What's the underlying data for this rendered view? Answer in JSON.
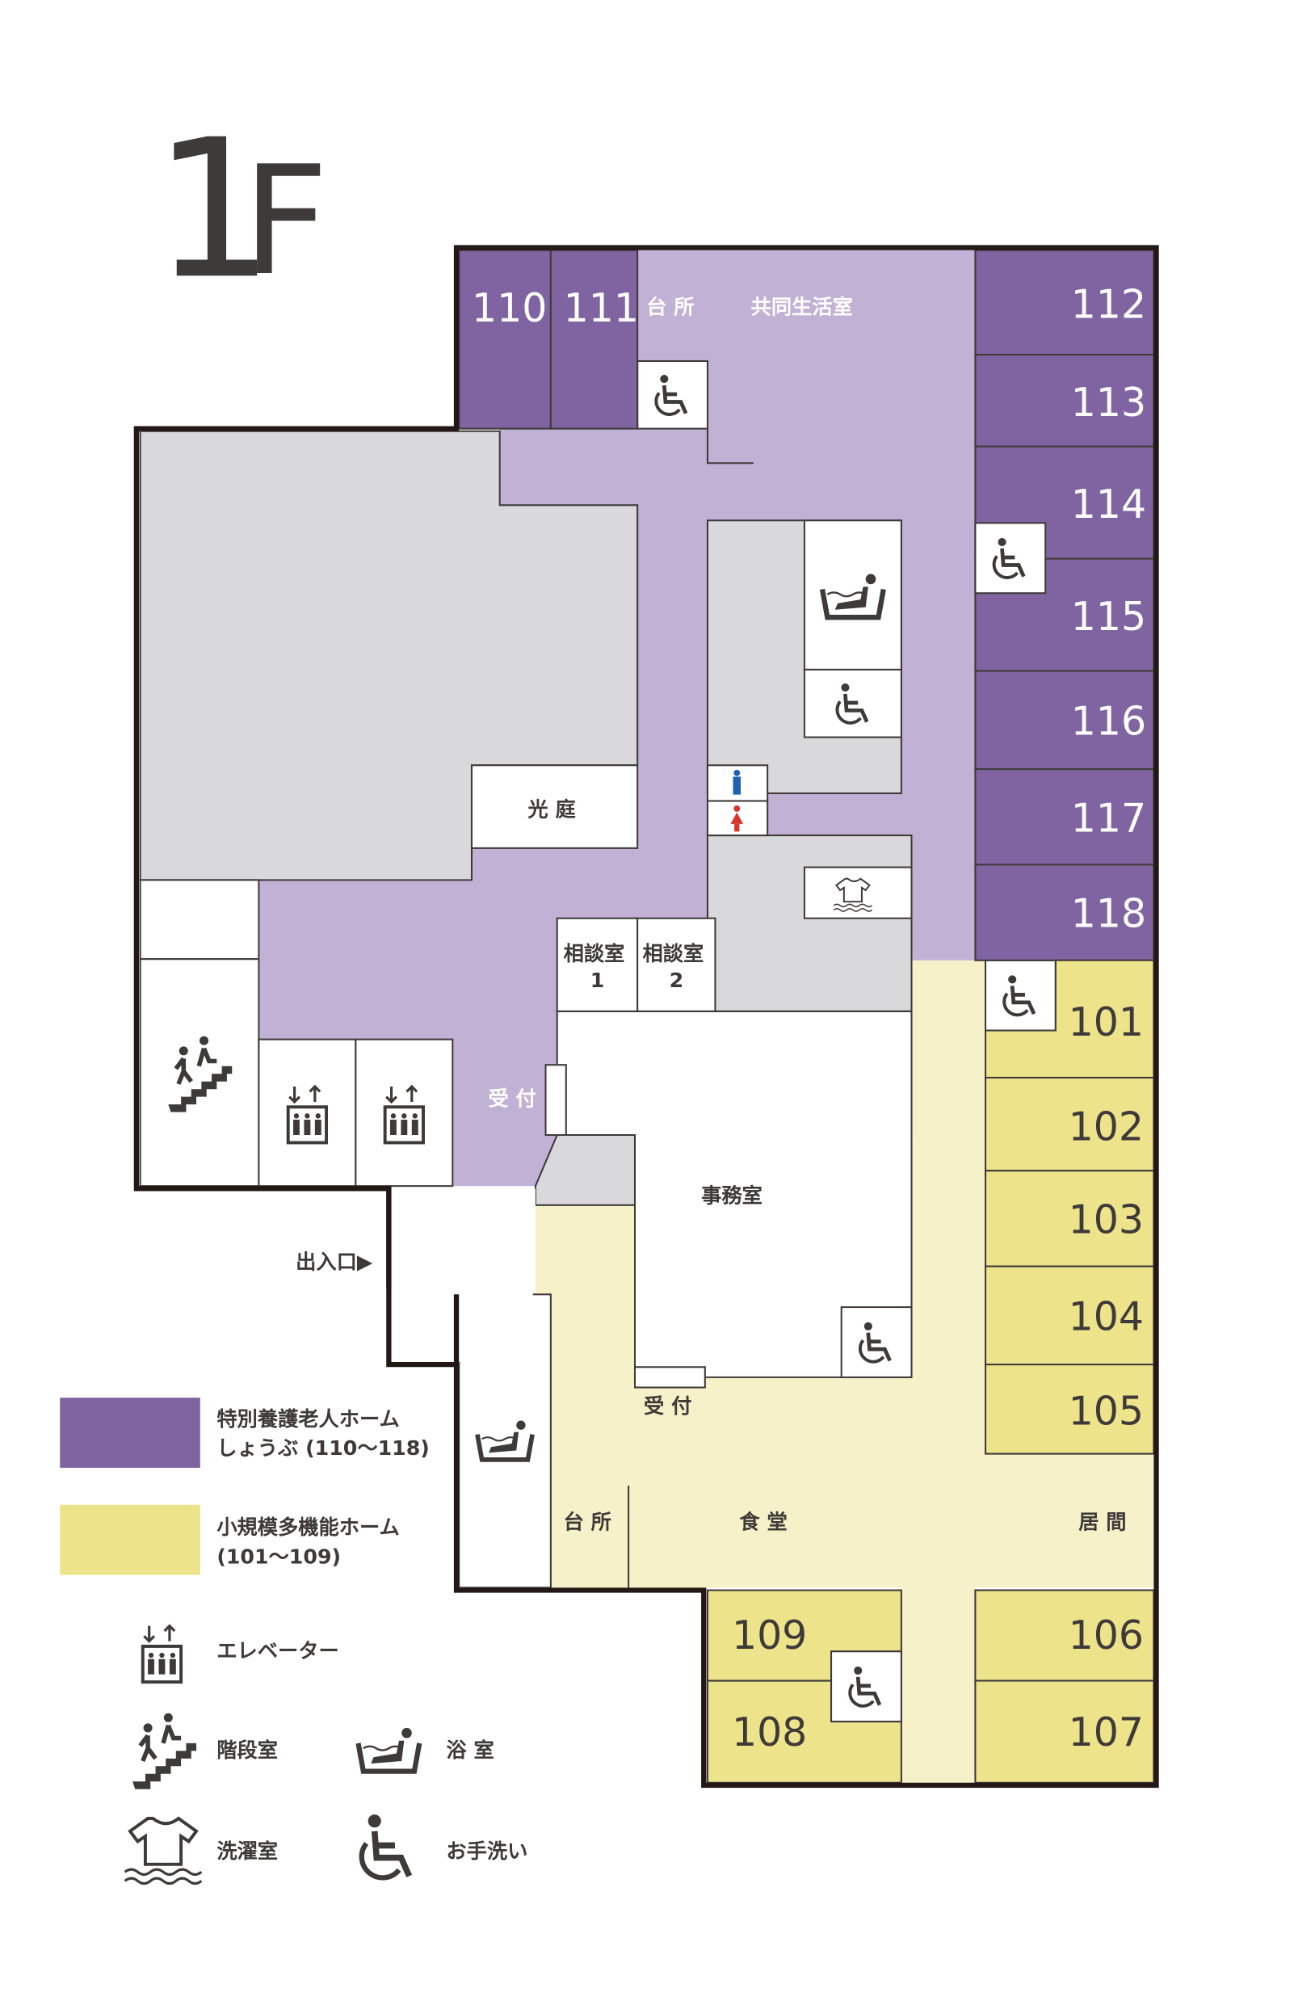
{
  "floor_label": "1F",
  "colors": {
    "tokuyou": "#8064a2",
    "tokuyou_common": "#c1b1d5",
    "shoukibo": "#ede38a",
    "shoukibo_common": "#f6f1c8",
    "service": "#d9d9db"
  },
  "rooms_purple": [
    "110",
    "111",
    "112",
    "113",
    "114",
    "115",
    "116",
    "117",
    "118"
  ],
  "rooms_yellow": [
    "101",
    "102",
    "103",
    "104",
    "105",
    "106",
    "107",
    "108",
    "109"
  ],
  "labels": {
    "kitchen_top": "台 所",
    "common_living": "共同生活室",
    "courtyard": "光 庭",
    "consult1": "相談室\n1",
    "consult1_a": "相談室",
    "consult1_b": "1",
    "consult2_a": "相談室",
    "consult2_b": "2",
    "reception_top": "受 付",
    "office": "事務室",
    "entrance": "出入口▶",
    "reception_bottom": "受 付",
    "kitchen_bottom": "台 所",
    "dining": "食 堂",
    "living": "居 間"
  },
  "legend": {
    "tokuyou_line1": "特別養護老人ホーム",
    "tokuyou_line2": "しょうぶ (110〜118)",
    "shoukibo_line1": "小規模多機能ホーム",
    "shoukibo_line2": "(101〜109)",
    "elevator": "エレベーター",
    "stairs": "階段室",
    "bath": "浴 室",
    "laundry": "洗濯室",
    "toilet": "お手洗い"
  }
}
